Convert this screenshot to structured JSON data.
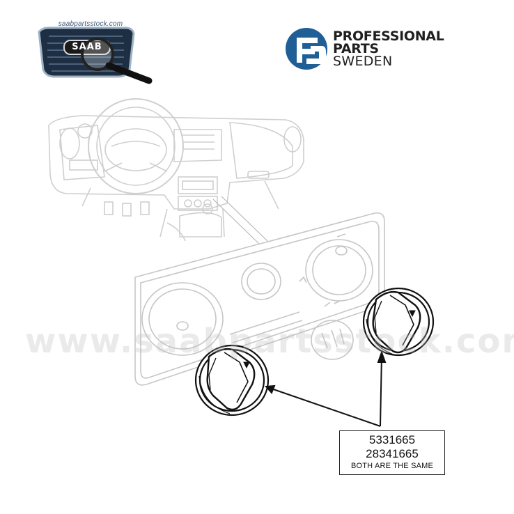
{
  "header": {
    "saab_logo": {
      "url_text": "saabpartsstock.com",
      "badge_text": "SAAB",
      "icon": "magnifier-icon"
    },
    "brand_logo": {
      "line1": "PROFESSIONAL",
      "line2": "PARTS",
      "line3": "SWEDEN",
      "icon": "pps-monogram-icon",
      "color": "#1f5f96"
    }
  },
  "watermark": "www.saabpartsstock.com",
  "callout": {
    "part_number_1": "5331665",
    "part_number_2": "28341665",
    "note": "BOTH ARE THE SAME"
  },
  "colors": {
    "faded_line": "#c8c8c8",
    "ink": "#111111",
    "brand_blue": "#1f5f96"
  }
}
